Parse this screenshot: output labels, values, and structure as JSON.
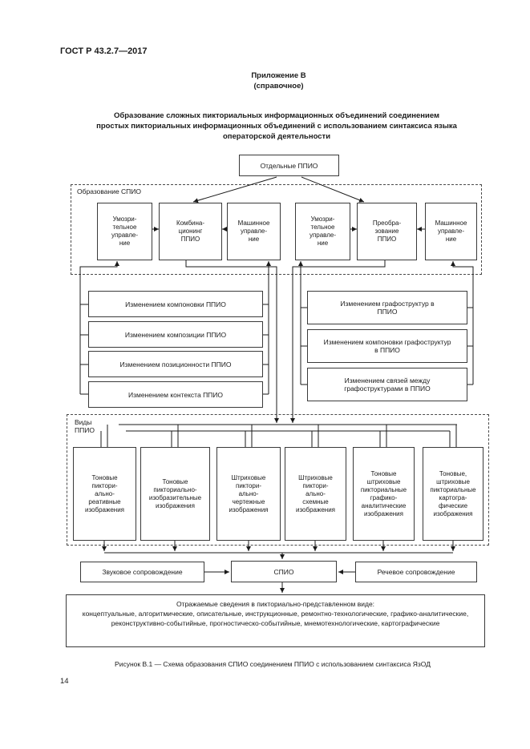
{
  "header": {
    "standard_code": "ГОСТ Р 43.2.7—2017",
    "appendix_title": "Приложение В",
    "appendix_type": "(справочное)"
  },
  "title": "Образование сложных пикториальных информационных объединений соединением\nпростых пикториальных информационных объединений с использованием синтаксиса языка\nоператорской деятельности",
  "diagram": {
    "source_box": "Отдельные ППИО",
    "formation": {
      "label": "Образование  СПИО",
      "boxes": [
        "Умозри-\nтельное\nуправле-\nние",
        "Комбина-\nционинг\nППИО",
        "Машинное\nуправле-\nние",
        "Умозри-\nтельное\nуправле-\nние",
        "Преобра-\nзование\nППИО",
        "Машинное\nуправле-\nние"
      ]
    },
    "combination_methods": [
      "Изменением компоновки ППИО",
      "Изменением композиции ППИО",
      "Изменением позиционности ППИО",
      "Изменением контекста ППИО"
    ],
    "transformation_methods": [
      "Изменением графоструктур в\nППИО",
      "Изменением компоновки графоструктур\nв ППИО",
      "Изменением связей между\nграфоструктурами в ППИО"
    ],
    "types": {
      "label": "Виды\nППИО",
      "boxes": [
        "Тоновые\nпиктори-\nально-\nреативные\nизображения",
        "Тоновые\nпикториально-\nизобразительные\nизображения",
        "Штриховые\nпиктори-\nально-\nчертежные\nизображения",
        "Штриховые\nпиктори-\nально-\nсхемные\nизображения",
        "Тоновые\nштриховые\nпикториальные\nграфико-\nаналитические\nизображения",
        "Тоновые,\nштриховые\nпикториальные\nкартогра-\nфические\nизображения"
      ]
    },
    "sound_box": "Звуковое сопровождение",
    "result_box": "СПИО",
    "speech_box": "Речевое сопровождение",
    "output": {
      "heading": "Отражаемые сведения в пикториально-представленном  виде:",
      "items": "концептуальные, алгоритмические, описательные, инструкционные, ремонтно-технологические, графико-аналитические, реконструктивно-событийные, прогностическо-событийные, мнемотехнологические, картографические"
    }
  },
  "caption": "Рисунок В.1 — Схема образования СПИО соединением ППИО с использованием синтаксиса ЯзОД",
  "page_number": "14"
}
